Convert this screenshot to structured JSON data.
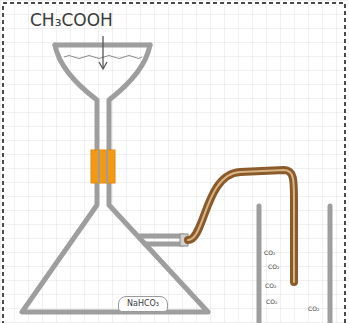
{
  "diagram": {
    "nodes": [
      {
        "text": [
          "NaHCO₃"
        ]
      }
    ],
    "labels": [
      "CH₃COOH",
      "CO₂",
      "CO₂",
      "CO₂",
      "CO₂",
      "CO₂"
    ]
  }
}
